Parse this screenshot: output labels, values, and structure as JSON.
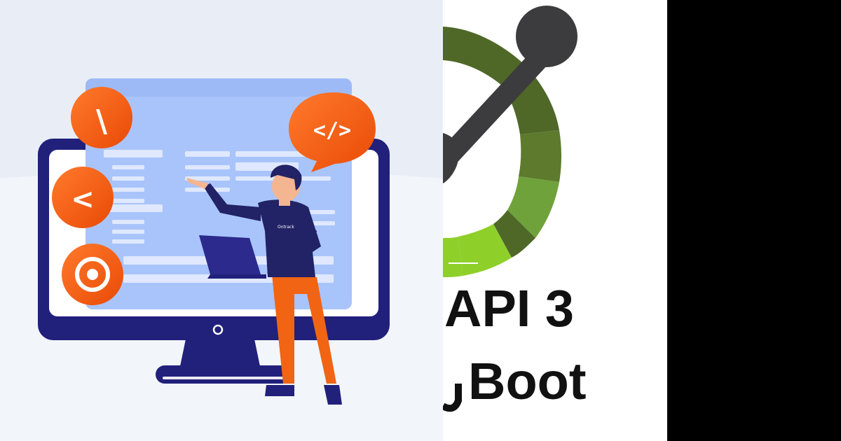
{
  "left_illustration": {
    "bubbles": [
      {
        "name": "backslash-bubble",
        "glyph": "\\"
      },
      {
        "name": "less-than-bubble",
        "glyph": "<"
      },
      {
        "name": "record-bubble",
        "glyph": ""
      }
    ],
    "code_bubble": {
      "glyph": "</>"
    },
    "shirt_logo_text": "Ontrack",
    "colors": {
      "background_top": "#e9eef6",
      "background_bottom": "#f2f5fa",
      "monitor_frame": "#21207a",
      "screen_panel": "#a9c4fb",
      "screen_bar": "#c6d7fd",
      "accent_orange": "#f0520a",
      "accent_orange_light": "#ff7a2c",
      "shirt": "#222266",
      "pants": "#f16414"
    }
  },
  "right_logo": {
    "line1": "API 3",
    "line2": "Boot",
    "colors": {
      "dark_green": "#4f6828",
      "mid_green": "#6fa23a",
      "light_green": "#8fcf2a",
      "handle": "#3c3c3e"
    }
  }
}
